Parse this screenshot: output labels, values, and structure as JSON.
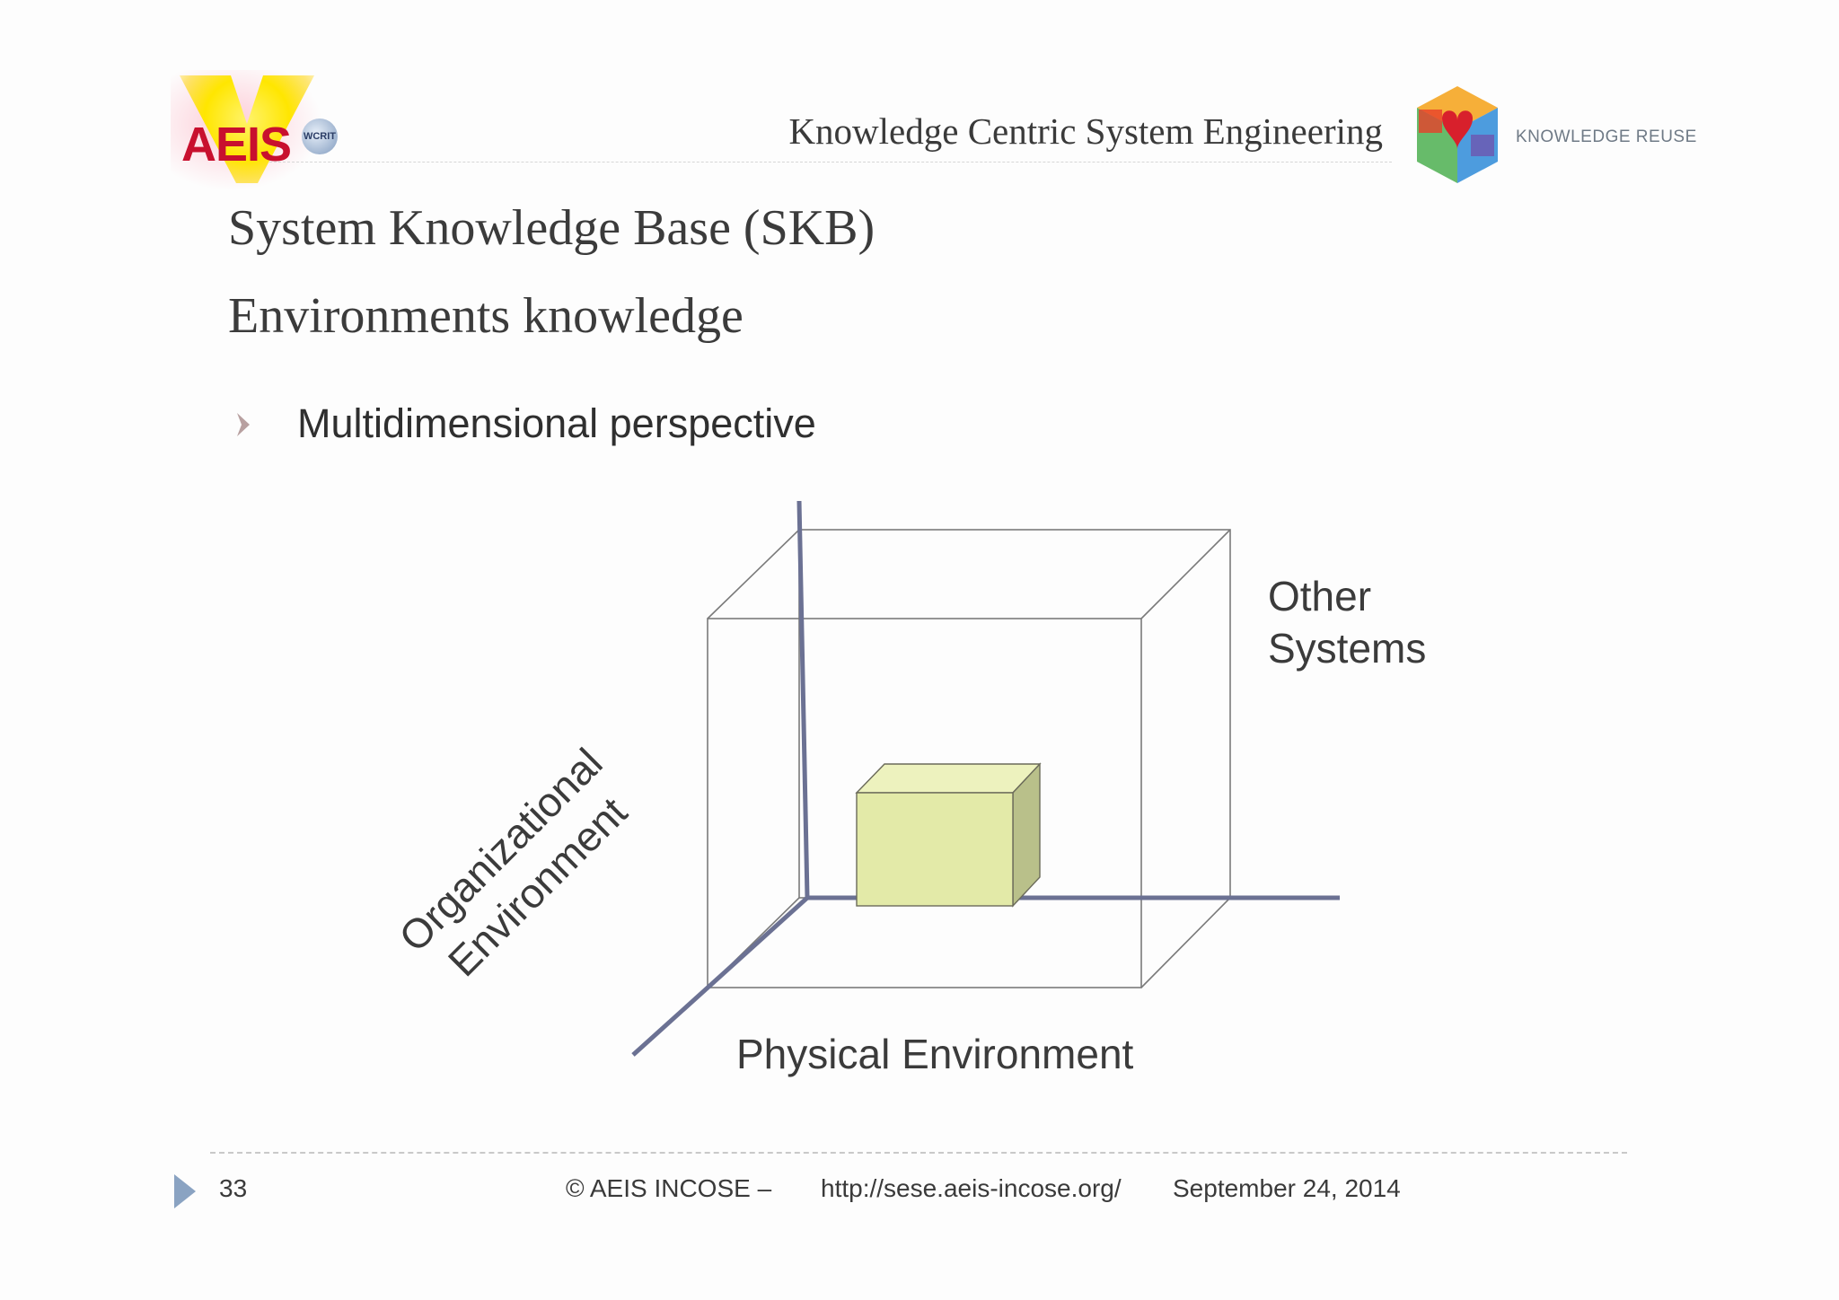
{
  "header": {
    "title": "Knowledge Centric System Engineering",
    "left_logo_text": "AEIS",
    "left_logo_badge": "WCRIT",
    "right_logo_text": "KNOWLEDGE REUSE"
  },
  "slide": {
    "title": "System Knowledge Base (SKB)",
    "subtitle": "Environments knowledge",
    "bullet": "Multidimensional perspective"
  },
  "diagram": {
    "label_other_line1": "Other",
    "label_other_line2": "Systems",
    "label_physical": "Physical Environment",
    "label_org_line1": "Organizational",
    "label_org_line2": "Environment",
    "colors": {
      "axis": "#6b7193",
      "box_outline": "#7a7a7a",
      "inner_front": "#e3eaa8",
      "inner_top": "#edf2be",
      "inner_side": "#b9c08a"
    }
  },
  "footer": {
    "page_number": "33",
    "copyright": "© AEIS INCOSE –",
    "url": "http://sese.aeis-incose.org/",
    "date": "September 24, 2014"
  },
  "colors": {
    "bullet_arrow": "#b8a0a0",
    "footer_arrow": "#8aa3c2"
  }
}
